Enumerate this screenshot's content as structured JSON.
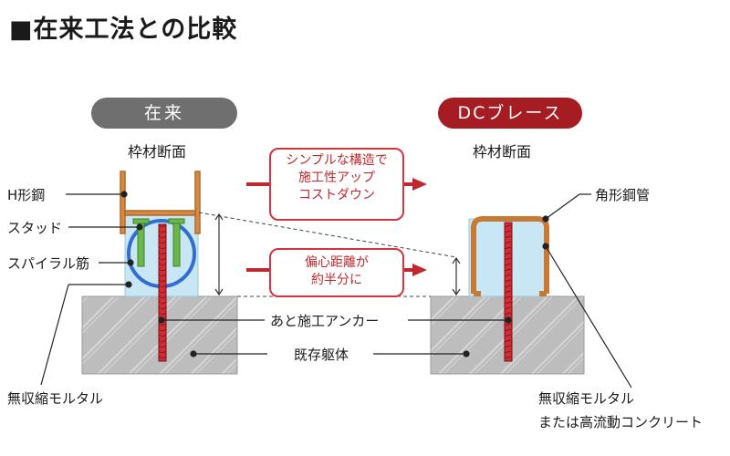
{
  "title": "■在来工法との比較",
  "left": {
    "badge": "在来",
    "section": "枠材断面"
  },
  "right": {
    "badge": "DCブレース",
    "section": "枠材断面"
  },
  "benefits": [
    {
      "lines": [
        "シンプルな構造で",
        "施工性アップ",
        "コストダウン"
      ]
    },
    {
      "lines": [
        "偏心距離が",
        "約半分に"
      ]
    }
  ],
  "labels": {
    "h_beam": "H形鋼",
    "stud": "スタッド",
    "spiral": "スパイラル筋",
    "mortar_left": "無収縮モルタル",
    "anchor": "あと施工アンカー",
    "existing": "既存躯体",
    "square_tube": "角形鋼管",
    "mortar_right_1": "無収縮モルタル",
    "mortar_right_2": "または高流動コンクリート"
  },
  "colors": {
    "accent_red": "#a51d22",
    "text_red": "#c0282f",
    "steel": "#c87a35",
    "concrete": "#b9b9b9",
    "mortar": "#c9e6f5",
    "stud": "#5aa63a"
  }
}
